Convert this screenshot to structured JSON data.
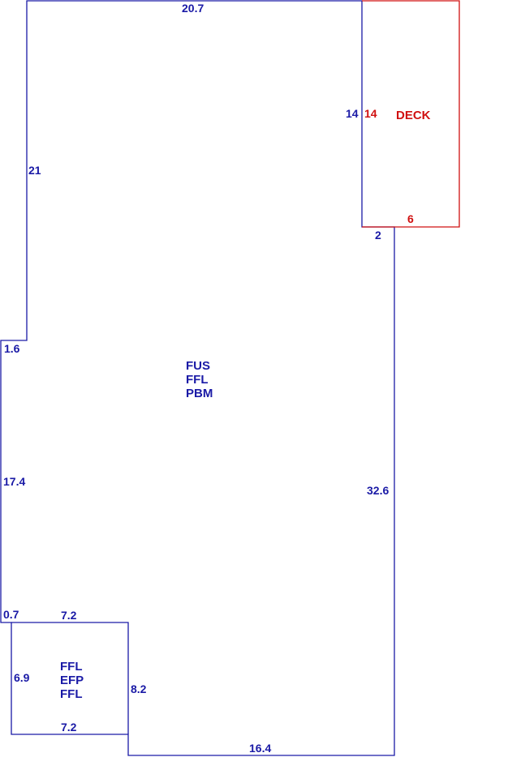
{
  "main_area": {
    "dimensions": {
      "top": "20.7",
      "left_upper": "21",
      "step_left": "1.6",
      "left_lower": "17.4",
      "step_bottom": "0.7",
      "right": "32.6",
      "bottom": "16.4",
      "deck_offset": "2",
      "deck_left": "14"
    },
    "codes": [
      "FUS",
      "FFL",
      "PBM"
    ]
  },
  "small_area": {
    "dimensions": {
      "top": "7.2",
      "left": "6.9",
      "right": "8.2",
      "bottom": "7.2"
    },
    "codes": [
      "FFL",
      "EFP",
      "FFL"
    ]
  },
  "deck": {
    "label": "DECK",
    "dimensions": {
      "left": "14",
      "bottom": "6"
    }
  },
  "colors": {
    "main": "#1a1aa6",
    "deck": "#d01010"
  }
}
